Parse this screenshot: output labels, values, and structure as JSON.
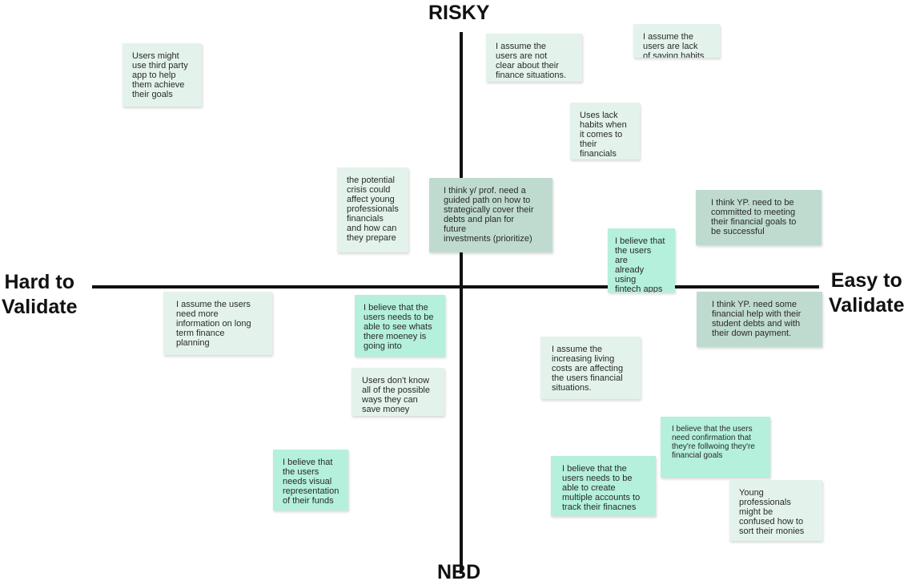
{
  "axes": {
    "top": "RISKY",
    "bottom": "NBD",
    "left": "Hard to\nValidate",
    "right": "Easy to\nValidate"
  },
  "notes": [
    {
      "id": "third-party-app",
      "color": "#e3f3ec",
      "text": "Users might\nuse third party\napp to help\nthem achieve\ntheir goals"
    },
    {
      "id": "finance-situations",
      "color": "#e3f3ec",
      "text": "I assume the\nusers  are not\nclear about their\nfinance situations."
    },
    {
      "id": "saving-habits",
      "color": "#e3f3ec",
      "text": "I assume the\nusers  are lack\nof saving habits"
    },
    {
      "id": "lack-habits",
      "color": "#e3f3ec",
      "text": "Uses lack\nhabits when\nit comes to\ntheir\nfinancials"
    },
    {
      "id": "potential-crisis",
      "color": "#e3f3ec",
      "text": "the potential\ncrisis could\naffect young\nprofessionals\nfinancials\nand how can\nthey prepare"
    },
    {
      "id": "guided-path",
      "color": "#bfdbd0",
      "text": "I think y/ prof. need a\nguided path on how to\nstrategically cover their\ndebts and plan for\nfuture\ninvestments (prioritize)"
    },
    {
      "id": "committed-goals",
      "color": "#bfdbd0",
      "text": "I think YP. need to be\ncommitted to meeting\ntheir financial goals to\nbe successful"
    },
    {
      "id": "fintech-apps",
      "color": "#b4f0dc",
      "text": "I believe that\nthe users are\nalready using\nfintech apps"
    },
    {
      "id": "long-term-planning",
      "color": "#e3f3ec",
      "text": "I assume the users\nneed more\ninformation on long\nterm finance\nplanning"
    },
    {
      "id": "see-money",
      "color": "#b4f0dc",
      "text": "I believe that the\nusers needs to be\nable to see whats\nthere moeney is\ngoing into"
    },
    {
      "id": "student-debts",
      "color": "#bfdbd0",
      "text": "I think YP. need some\nfinancial help with their\nstudent debts and with\ntheir down payment."
    },
    {
      "id": "living-costs",
      "color": "#e3f3ec",
      "text": "I assume the\nincreasing living\ncosts are affecting\nthe users financial\nsituations."
    },
    {
      "id": "save-money-ways",
      "color": "#e3f3ec",
      "text": "Users don't know\nall of the possible\nways they can\nsave money"
    },
    {
      "id": "confirmation",
      "color": "#b4f0dc",
      "text": "I believe that the users\nneed confirmation that\nthey're follwoing they're\nfinancial goals"
    },
    {
      "id": "visual-representation",
      "color": "#b4f0dc",
      "text": "I believe that\nthe users\nneeds visual\nrepresentation\nof their funds"
    },
    {
      "id": "multiple-accounts",
      "color": "#b4f0dc",
      "text": "I believe that the\nusers needs to be\nable to create\nmultiple accounts to\ntrack their finacnes"
    },
    {
      "id": "sort-monies",
      "color": "#e3f3ec",
      "text": "Young\nprofessionals\nmight be\nconfused how to\nsort their monies"
    }
  ]
}
